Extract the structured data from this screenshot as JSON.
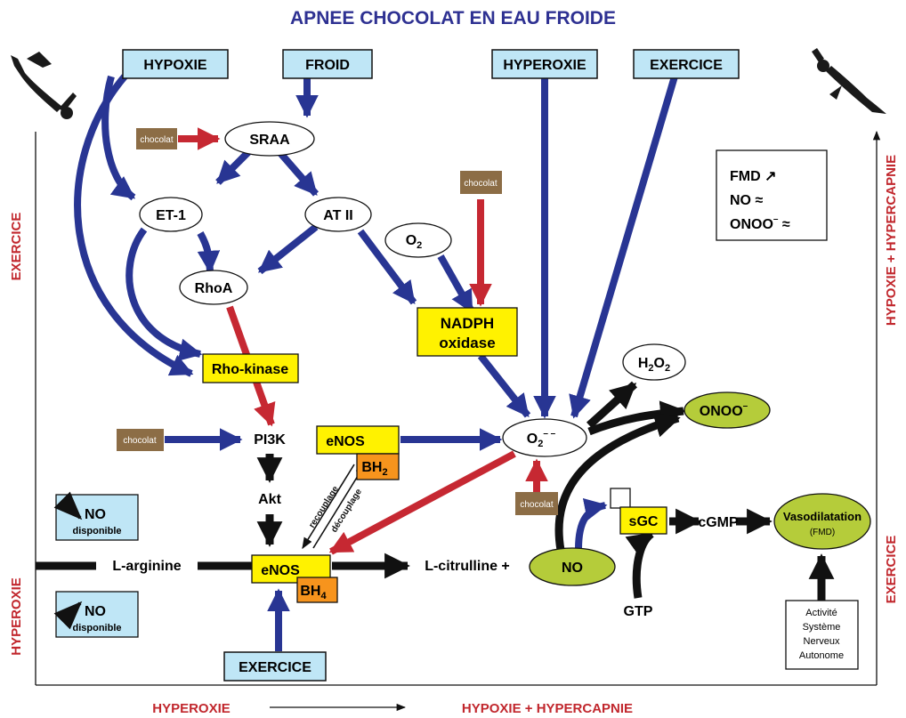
{
  "title": "APNEE CHOCOLAT EN EAU FROIDE",
  "colors": {
    "blue_arrow": "#283593",
    "red_arrow": "#c62832",
    "black_arrow": "#111111",
    "light_blue_box": "#bfe6f6",
    "yellow_box": "#fff200",
    "orange_box": "#f7941d",
    "green_ellipse": "#b5cc3a",
    "chocolate": "#8c6d46",
    "title_blue": "#2e3192",
    "side_red": "#c1272d"
  },
  "icons": {
    "left": "diver-icon",
    "right": "diver-icon"
  },
  "inputs": {
    "hypoxie": "HYPOXIE",
    "froid": "FROID",
    "hyperoxie": "HYPEROXIE",
    "exercice": "EXERCICE",
    "exercice_bottom": "EXERCICE"
  },
  "chocolate_label": "chocolat",
  "nodes": {
    "sraa": "SRAA",
    "et1": "ET-1",
    "at2": "AT II",
    "rhoa": "RhoA",
    "o2": "O",
    "o2_sub": "2",
    "rho_kinase": "Rho-kinase",
    "nadph1": "NADPH",
    "nadph2": "oxidase",
    "h2o2_h": "H",
    "h2o2_sub1": "2",
    "h2o2_o": "O",
    "h2o2_sub2": "2",
    "onoo": "ONOO",
    "onoo_sup": "–",
    "superoxide": "O",
    "superoxide_sub": "2",
    "superoxide_sup": "– –",
    "pi3k": "PI3K",
    "akt": "Akt",
    "enos_top": "eNOS",
    "bh2": "BH",
    "bh2_sub": "2",
    "enos_main": "eNOS",
    "bh4": "BH",
    "bh4_sub": "4",
    "larginine": "L-arginine",
    "lcitrulline": "L-citrulline +",
    "no": "NO",
    "sgc": "sGC",
    "cgmp": "cGMP",
    "gtp": "GTP",
    "vasodilatation": "Vasodilatation",
    "fmd": "(FMD)",
    "recouplage": "recouplage",
    "decouplage": "découplage"
  },
  "autonomic_box": [
    "Activité",
    "Système",
    "Nerveux",
    "Autonome"
  ],
  "no_boxes": {
    "down": {
      "label": "NO",
      "sub": "disponible"
    },
    "up": {
      "label": "NO",
      "sub": "disponible"
    }
  },
  "legend": {
    "fmd": "FMD ↗",
    "no": "NO ≈",
    "onoo": "ONOO",
    "onoo_sup": "–",
    "onoo_suffix": " ≈"
  },
  "axes": {
    "left_top": "EXERCICE",
    "left_bottom": "HYPEROXIE",
    "right_top": "HYPOXIE  +  HYPERCAPNIE",
    "right_bottom": "EXERCICE",
    "bottom_left": "HYPEROXIE",
    "bottom_right": "HYPOXIE  +  HYPERCAPNIE"
  }
}
